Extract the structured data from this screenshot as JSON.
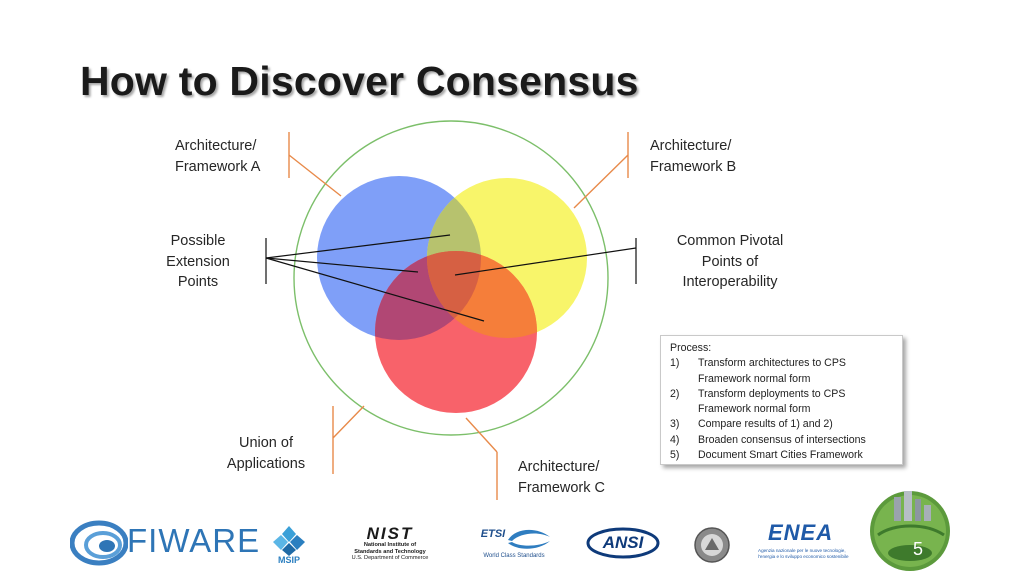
{
  "slide": {
    "title": "How to Discover Consensus",
    "page_number": "5"
  },
  "diagram": {
    "label_a_line1": "Architecture/",
    "label_a_line2": "Framework A",
    "label_b_line1": "Architecture/",
    "label_b_line2": "Framework B",
    "label_c_line1": "Architecture/",
    "label_c_line2": "Framework C",
    "extension_line1": "Possible",
    "extension_line2": "Extension",
    "extension_line3": "Points",
    "pivotal_line1": "Common Pivotal",
    "pivotal_line2": "Points of",
    "pivotal_line3": "Interoperability",
    "union_line1": "Union of",
    "union_line2": "Applications",
    "colors": {
      "circle_a": "#7f9ff8",
      "circle_b": "#f8f56a",
      "circle_c": "#f8626a",
      "intersection_ab": "#b7c26e",
      "intersection_ac": "#b14774",
      "intersection_bc": "#f57e3a",
      "intersection_abc": "#d66043",
      "union_ring": "#7cbf6a",
      "callout_lines": "#e88a4a"
    }
  },
  "process": {
    "heading": "Process:",
    "steps": [
      {
        "num": "1)",
        "text": "Transform architectures to CPS",
        "text2": "Framework normal form"
      },
      {
        "num": "2)",
        "text": "Transform deployments to CPS",
        "text2": "Framework normal form"
      },
      {
        "num": "3)",
        "text": "Compare results of 1) and 2)",
        "text2": ""
      },
      {
        "num": "4)",
        "text": "Broaden consensus of intersections",
        "text2": ""
      },
      {
        "num": "5)",
        "text": "Document Smart Cities Framework",
        "text2": ""
      }
    ]
  },
  "logos": {
    "fiware": "FIWARE",
    "msip": "MSIP",
    "nist_main": "NIST",
    "nist_line1": "National Institute of",
    "nist_line2": "Standards and Technology",
    "nist_line3": "U.S. Department of Commerce",
    "etsi": "ETSI",
    "etsi_tagline": "World Class Standards",
    "ansi": "ANSI",
    "enea": "ENEA",
    "enea_line1": "Agenzia nazionale per le nuove tecnologie,",
    "enea_line2": "l'energia e lo sviluppo economico sostenibile"
  }
}
